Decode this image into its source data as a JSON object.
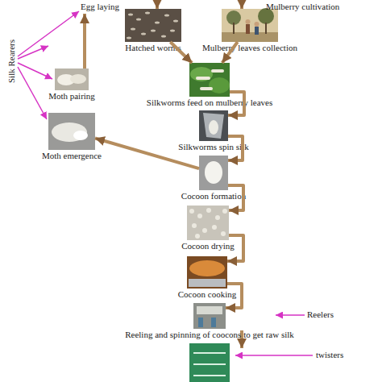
{
  "diagram": {
    "nodes": [
      {
        "text": [
          "Egg laying"
        ]
      },
      {
        "text": [
          "Mulberry cultivation"
        ]
      },
      {
        "text": [
          "Hatched worms"
        ]
      },
      {
        "text": [
          "Mulberry leaves collection"
        ]
      },
      {
        "text": [
          "Moth pairing"
        ]
      },
      {
        "text": [
          "Silkworms feed on mulberry leaves"
        ]
      },
      {
        "text": [
          "Silkworms spin silk"
        ]
      },
      {
        "text": [
          "Moth emergence"
        ]
      },
      {
        "text": [
          "Cocoon formation"
        ]
      },
      {
        "text": [
          "Cocoon drying"
        ]
      },
      {
        "text": [
          "Cocoon cooking"
        ]
      },
      {
        "text": [
          "Reeling and spinning of coocons to get raw silk"
        ]
      }
    ],
    "edges": [
      {
        "from": 4,
        "to": 0,
        "arrow": "to"
      },
      {
        "from": 2,
        "to": 5,
        "arrow": "to"
      },
      {
        "from": 3,
        "to": 5,
        "arrow": "to"
      },
      {
        "from": 5,
        "to": 6,
        "arrow": "to"
      },
      {
        "from": 6,
        "to": 8,
        "arrow": "to"
      },
      {
        "from": 8,
        "to": 7,
        "arrow": "to"
      },
      {
        "from": 8,
        "to": 9,
        "arrow": "to"
      },
      {
        "from": 9,
        "to": 10,
        "arrow": "to"
      },
      {
        "from": 10,
        "to": 11,
        "arrow": "to"
      }
    ],
    "labels": [
      "Silk Rearers",
      "Reelers",
      "twisters"
    ]
  }
}
